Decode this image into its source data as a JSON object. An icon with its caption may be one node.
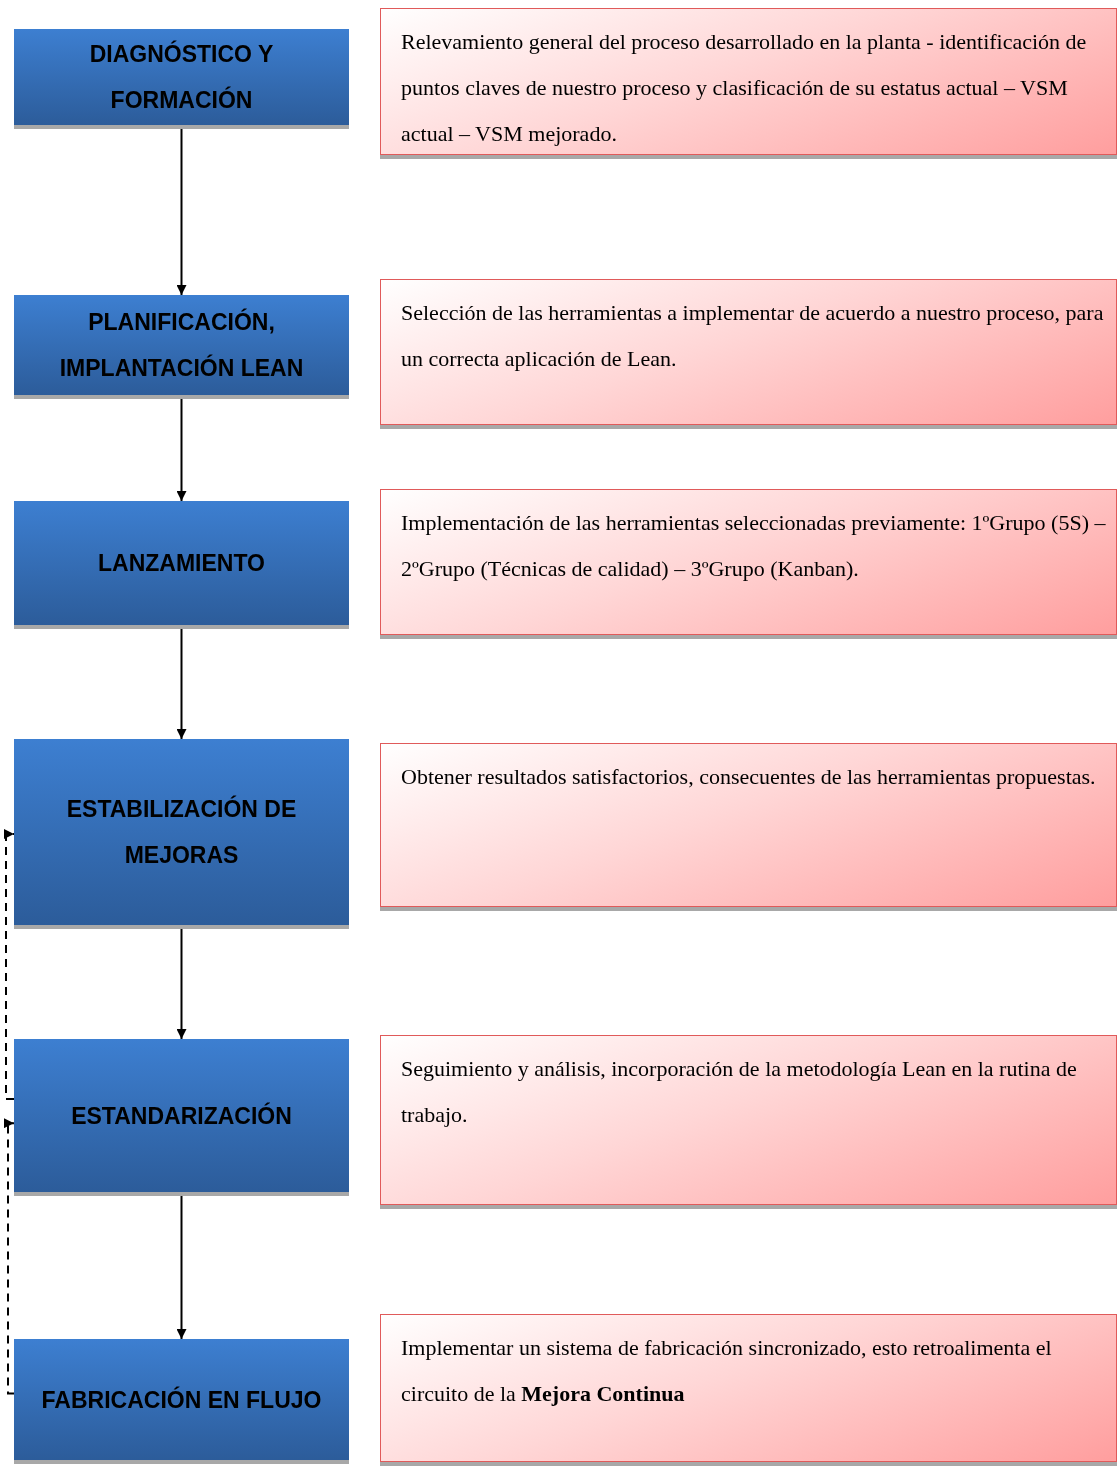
{
  "diagram": {
    "nodes": [
      {
        "text": [
          "DIAGNÓSTICO Y FORMACIÓN"
        ]
      },
      {
        "text": [
          "Relevamiento general del proceso desarrollado en la planta - identificación de puntos  claves de nuestro proceso y clasificación de su estatus actual – VSM actual – VSM mejorado."
        ]
      },
      {
        "text": [
          "PLANIFICACIÓN, IMPLANTACIÓN LEAN"
        ]
      },
      {
        "text": [
          "Selección de las herramientas  a implementar de acuerdo a nuestro proceso, para un correcta aplicación de Lean."
        ]
      },
      {
        "text": [
          "LANZAMIENTO"
        ]
      },
      {
        "text": [
          "Implementación de las herramientas seleccionadas  previamente: 1ºGrupo (5S) – 2ºGrupo (Técnicas de calidad) – 3ºGrupo (Kanban)."
        ]
      },
      {
        "text": [
          "ESTABILIZACIÓN DE MEJORAS"
        ]
      },
      {
        "text": [
          "Obtener resultados satisfactorios, consecuentes de las herramientas  propuestas."
        ]
      },
      {
        "text": [
          "ESTANDARIZACIÓN"
        ]
      },
      {
        "text": [
          "Seguimiento y análisis, incorporación de la metodología Lean en la rutina de trabajo."
        ]
      },
      {
        "text": [
          "FABRICACIÓN EN FLUJO"
        ]
      },
      {
        "text": [
          "Implementar un sistema de fabricación sincronizado, esto retroalimenta el circuito de la **Mejora Continua**"
        ]
      }
    ],
    "edges": [
      {
        "from": 0,
        "to": 2,
        "arrow": "to"
      },
      {
        "from": 2,
        "to": 4,
        "arrow": "to"
      },
      {
        "from": 4,
        "to": 6,
        "arrow": "to"
      },
      {
        "from": 6,
        "to": 8,
        "arrow": "to"
      },
      {
        "from": 8,
        "to": 10,
        "arrow": "to"
      },
      {
        "from": 10,
        "to": 8,
        "arrow": "to",
        "style": "dashed"
      },
      {
        "from": 8,
        "to": 6,
        "arrow": "to",
        "style": "dashed"
      }
    ]
  }
}
